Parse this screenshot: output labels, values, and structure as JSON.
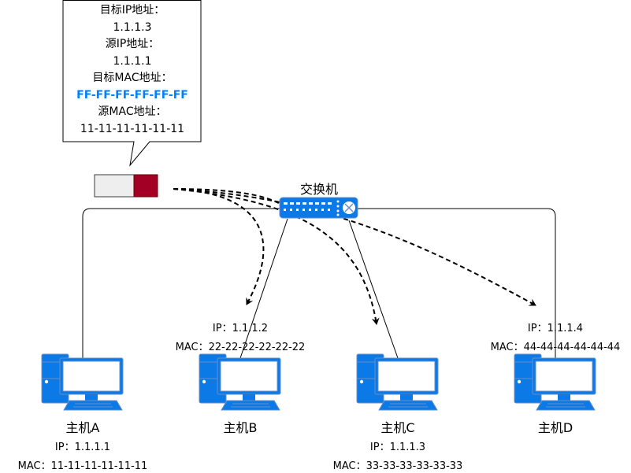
{
  "callout": {
    "dst_ip_label": "目标IP地址：",
    "dst_ip": "1.1.1.3",
    "src_ip_label": "源IP地址：",
    "src_ip": "1.1.1.1",
    "dst_mac_label": "目标MAC地址：",
    "dst_mac": "FF-FF-FF-FF-FF-FF",
    "src_mac_label": "源MAC地址：",
    "src_mac": "11-11-11-11-11-11"
  },
  "switch": {
    "label": "交换机"
  },
  "hosts": [
    {
      "name": "主机A",
      "ip": "IP：1.1.1.1",
      "mac": "MAC：11-11-11-11-11-11"
    },
    {
      "name": "主机B",
      "ip": "IP：1.1.1.2",
      "mac": "MAC：22-22-22-22-22-22"
    },
    {
      "name": "主机C",
      "ip": "IP：1.1.1.3",
      "mac": "MAC：33-33-33-33-33-33"
    },
    {
      "name": "主机D",
      "ip": "IP：1.1.1.4",
      "mac": "MAC：44-44-44-44-44-44"
    }
  ],
  "colors": {
    "accent": "#007FFF",
    "packet_header": "#A20025",
    "packet_body": "#EEEEEE"
  }
}
